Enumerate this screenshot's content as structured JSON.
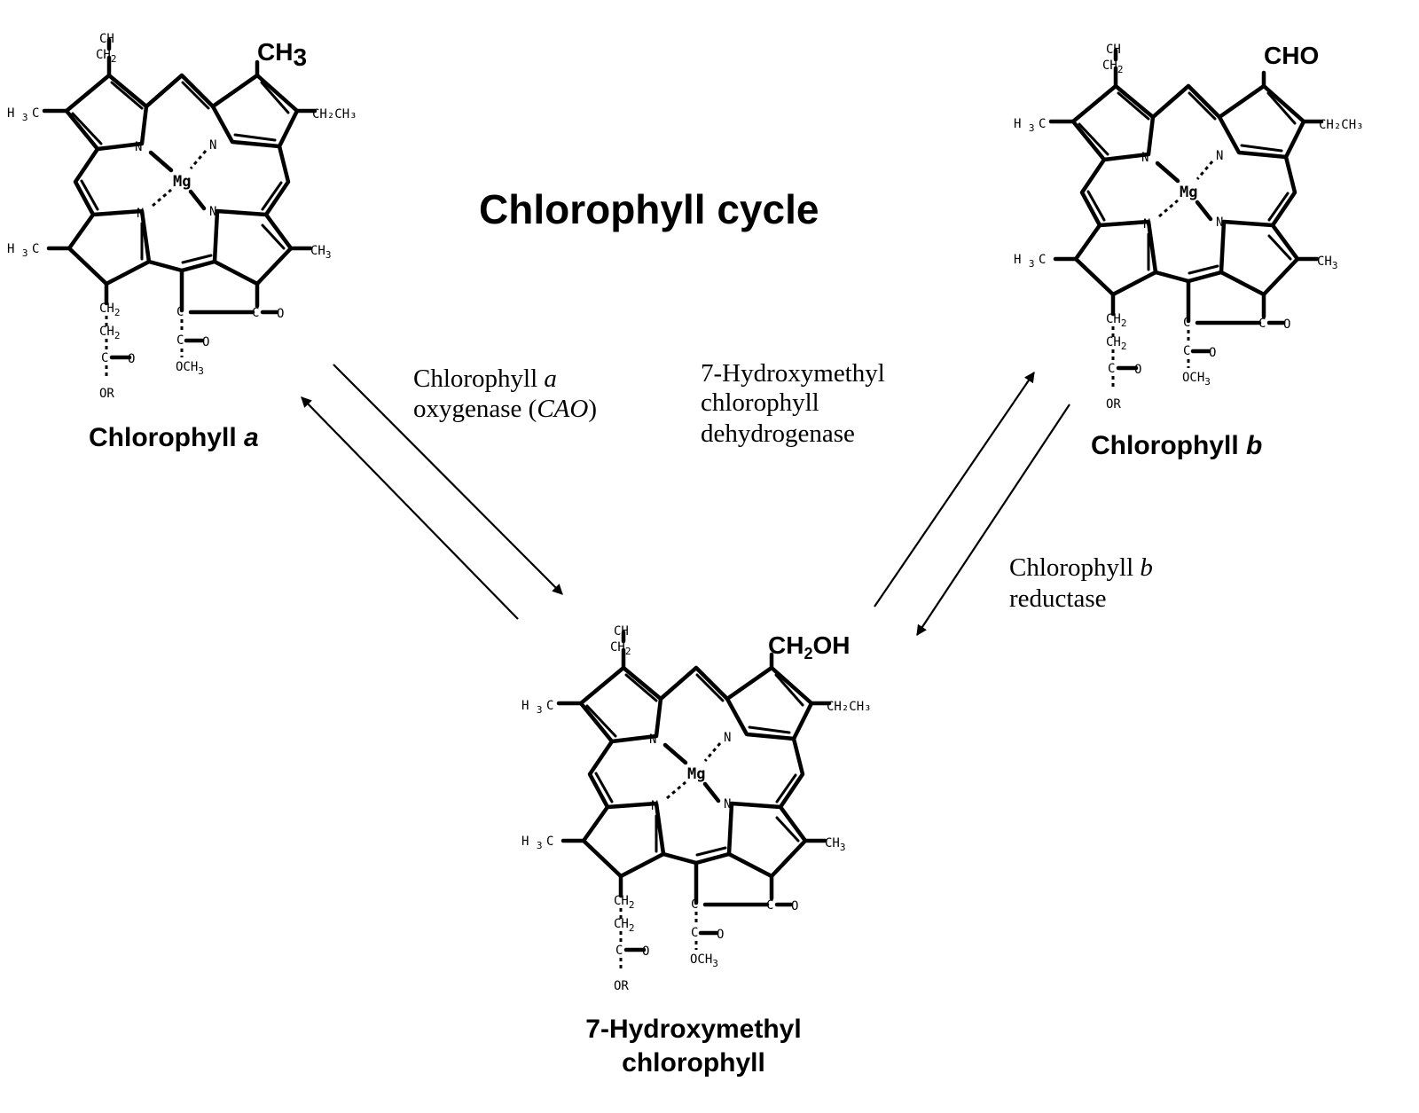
{
  "title": "Chlorophyll cycle",
  "molecules": {
    "chl_a": {
      "name_prefix": "Chlorophyll ",
      "name_italic": "a",
      "substituent": "CH",
      "substituent_sub": "3"
    },
    "chl_b": {
      "name_prefix": "Chlorophyll ",
      "name_italic": "b",
      "substituent": "CHO",
      "substituent_sub": ""
    },
    "hmc": {
      "name_line1": "7-Hydroxymethyl",
      "name_line2": "chlorophyll",
      "substituent": "CH",
      "substituent_sub": "2",
      "substituent_tail": "OH"
    }
  },
  "atoms": {
    "metal": "Mg",
    "nitrogen": "N",
    "vinyl_top": "CH",
    "vinyl_ch2": "CH",
    "sub2": "2",
    "methyl_left": "C",
    "methyl_h3": "H",
    "sub3": "3",
    "ethyl": "CH₂CH₃",
    "methyl_right": "CH",
    "carbon": "C",
    "carbonyl_o": "O",
    "ester_och3": "OCH",
    "or_group": "OR"
  },
  "enzymes": {
    "cao_line1_prefix": "Chlorophyll ",
    "cao_line1_italic": "a",
    "cao_line2_prefix": "oxygenase (",
    "cao_line2_italic": "CAO",
    "cao_line2_suffix": ")",
    "hmcd_line1": "7-Hydroxymethyl",
    "hmcd_line2": "chlorophyll",
    "hmcd_line3": "dehydrogenase",
    "cbr_line1_prefix": "Chlorophyll ",
    "cbr_line1_italic": "b",
    "cbr_line2": "reductase"
  }
}
